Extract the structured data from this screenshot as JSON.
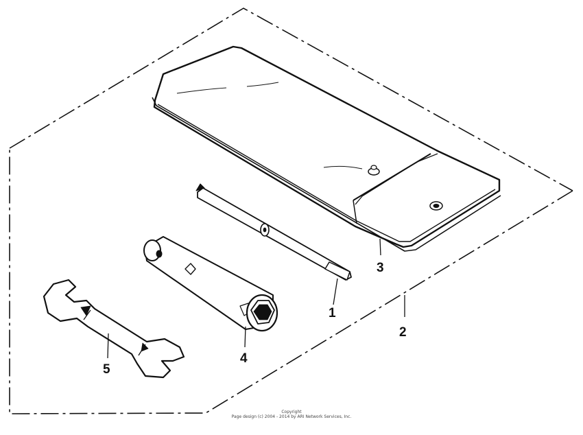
{
  "callouts": {
    "part_1": "1",
    "part_2": "2",
    "part_3": "3",
    "part_4": "4",
    "part_5": "5"
  },
  "footer": {
    "copyright_label": "Copyright",
    "copyright_text": "Page design (c) 2004 - 2014 by ARI Network Services, Inc."
  },
  "colors": {
    "line": "#111111",
    "background": "#ffffff"
  }
}
